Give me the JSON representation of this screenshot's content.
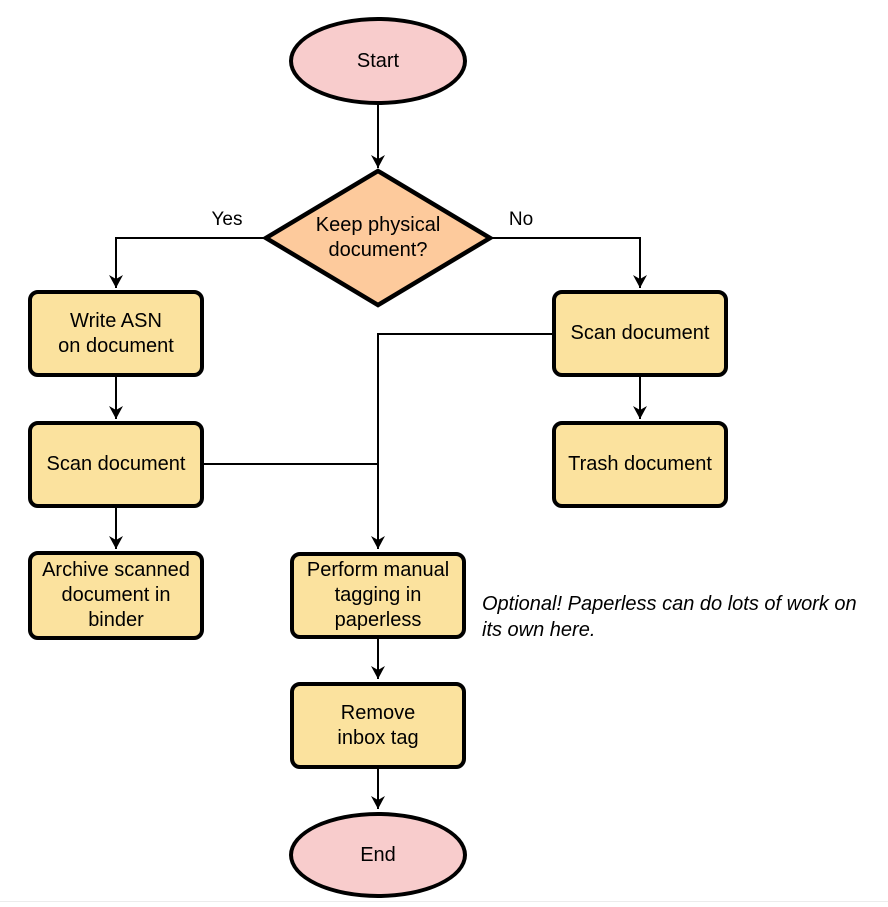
{
  "diagram": {
    "type": "flowchart",
    "nodes": {
      "start": {
        "label": "Start",
        "shape": "terminator"
      },
      "decision": {
        "label": "Keep physical\ndocument?",
        "shape": "decision"
      },
      "write_asn": {
        "label": "Write ASN\non document",
        "shape": "process"
      },
      "scan_left": {
        "label": "Scan document",
        "shape": "process"
      },
      "archive": {
        "label": "Archive scanned\ndocument in\nbinder",
        "shape": "process"
      },
      "scan_right": {
        "label": "Scan document",
        "shape": "process"
      },
      "trash": {
        "label": "Trash document",
        "shape": "process"
      },
      "tagging": {
        "label": "Perform manual\ntagging in\npaperless",
        "shape": "process"
      },
      "remove_tag": {
        "label": "Remove\ninbox tag",
        "shape": "process"
      },
      "end": {
        "label": "End",
        "shape": "terminator"
      }
    },
    "edge_labels": {
      "yes": "Yes",
      "no": "No"
    },
    "note": "Optional! Paperless can do lots of work on\nits own here.",
    "colors": {
      "terminator_fill": "#F8CCCC",
      "decision_fill": "#FDCA9C",
      "process_fill": "#FBE29E",
      "stroke": "#000000",
      "note_text": "#000000"
    }
  }
}
